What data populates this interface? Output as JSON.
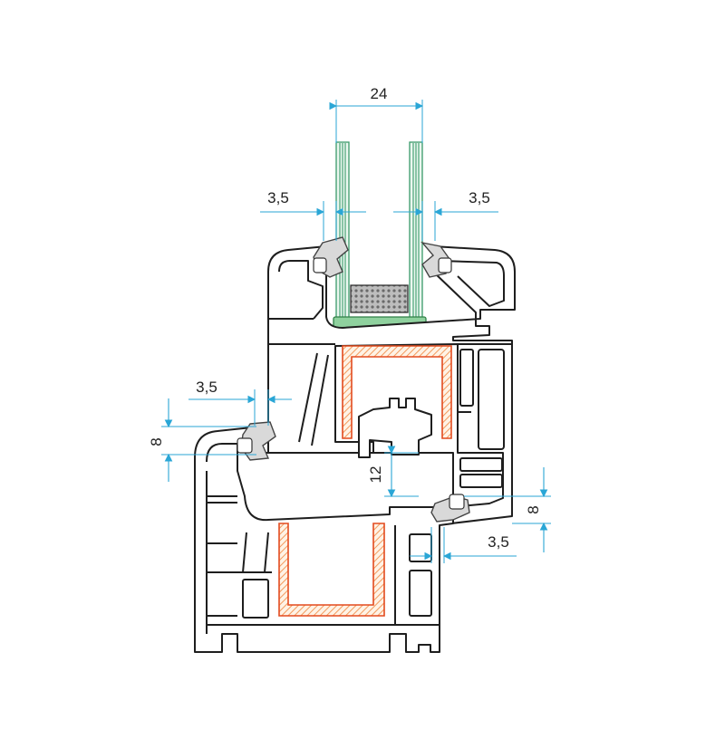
{
  "dimensions": {
    "glass_thickness": "24",
    "gasket_left_top": "3,5",
    "gasket_right_top": "3,5",
    "gasket_sash_left": "3,5",
    "sash_overlap": "8",
    "frame_overlap": "8",
    "rebate_height": "12",
    "gasket_frame_right": "3,5"
  },
  "colors": {
    "dimension_lines": "#2aa6d6",
    "steel_reinforcement": "#e34b1f",
    "glass": "#3a9a6a",
    "profile_outline": "#1e1e1e"
  }
}
